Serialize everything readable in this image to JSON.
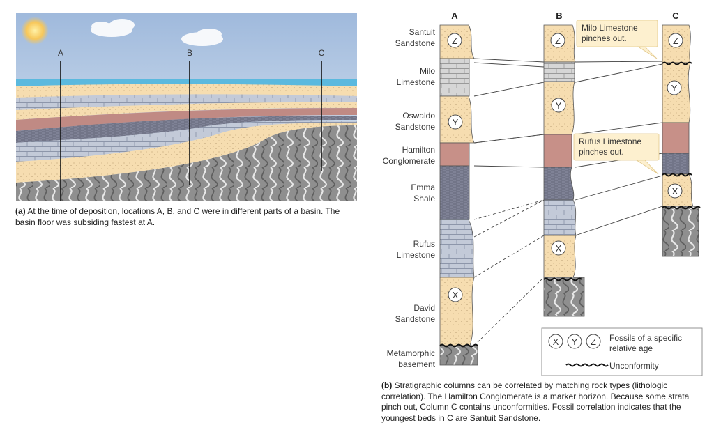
{
  "panel_a": {
    "location_labels": [
      "A",
      "B",
      "C"
    ],
    "caption_prefix": "(a)",
    "caption_text": "At the time of deposition, locations A, B, and C were in different parts of a basin. The basin floor was subsiding fastest at A."
  },
  "panel_b": {
    "column_headers": [
      "A",
      "B",
      "C"
    ],
    "unit_labels": {
      "santuit_1": "Santuit",
      "santuit_2": "Sandstone",
      "milo_1": "Milo",
      "milo_2": "Limestone",
      "oswaldo_1": "Oswaldo",
      "oswaldo_2": "Sandstone",
      "hamilton_1": "Hamilton",
      "hamilton_2": "Conglomerate",
      "emma_1": "Emma",
      "emma_2": "Shale",
      "rufus_1": "Rufus",
      "rufus_2": "Limestone",
      "david_1": "David",
      "david_2": "Sandstone",
      "meta_1": "Metamorphic",
      "meta_2": "basement"
    },
    "fossils": {
      "x": "X",
      "y": "Y",
      "z": "Z"
    },
    "callouts": {
      "milo_1": "Milo Limestone",
      "milo_2": "pinches out.",
      "rufus_1": "Rufus Limestone",
      "rufus_2": "pinches out."
    },
    "legend": {
      "fossils_1": "Fossils of a specific",
      "fossils_2": "relative age",
      "unconformity": "Unconformity"
    },
    "caption_prefix": "(b)",
    "caption_text": "Stratigraphic columns can be correlated by matching rock types (lithologic correlation). The Hamilton Conglomerate is a marker horizon. Because some strata pinch out, Column C contains unconformities. Fossil correlation indicates that the youngest beds in C are Santuit Sandstone."
  },
  "colors": {
    "sandstone": "#f6ddb0",
    "limestone": "#bdc7d8",
    "limestone_light": "#d9d9d9",
    "conglomerate": "#c68f86",
    "shale": "#7d8094",
    "basement": "#9a9a9a",
    "sea": "#6fc3e0",
    "sky": "#c7dcee",
    "callout": "#fdf0cf"
  }
}
